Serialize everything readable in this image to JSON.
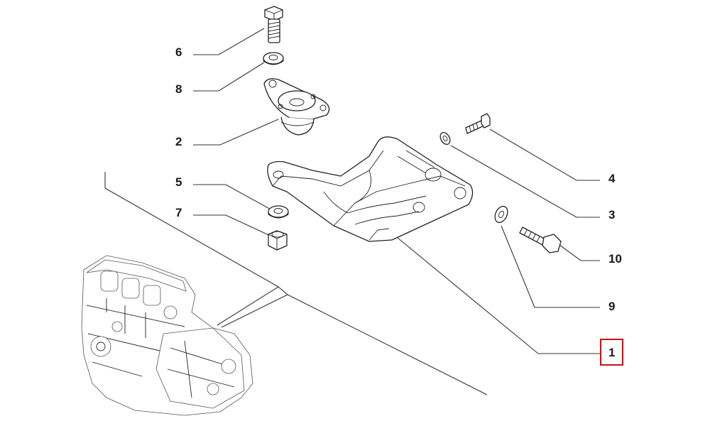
{
  "callouts": [
    {
      "id": "6",
      "label": "6"
    },
    {
      "id": "8",
      "label": "8"
    },
    {
      "id": "2",
      "label": "2"
    },
    {
      "id": "5",
      "label": "5"
    },
    {
      "id": "7",
      "label": "7"
    },
    {
      "id": "4",
      "label": "4"
    },
    {
      "id": "3",
      "label": "3"
    },
    {
      "id": "10",
      "label": "10"
    },
    {
      "id": "9",
      "label": "9"
    },
    {
      "id": "1",
      "label": "1"
    }
  ],
  "highlight": {
    "target": "1",
    "color": "#cc1111"
  },
  "colors": {
    "line": "#333333",
    "part": "#222222",
    "background": "#ffffff"
  }
}
